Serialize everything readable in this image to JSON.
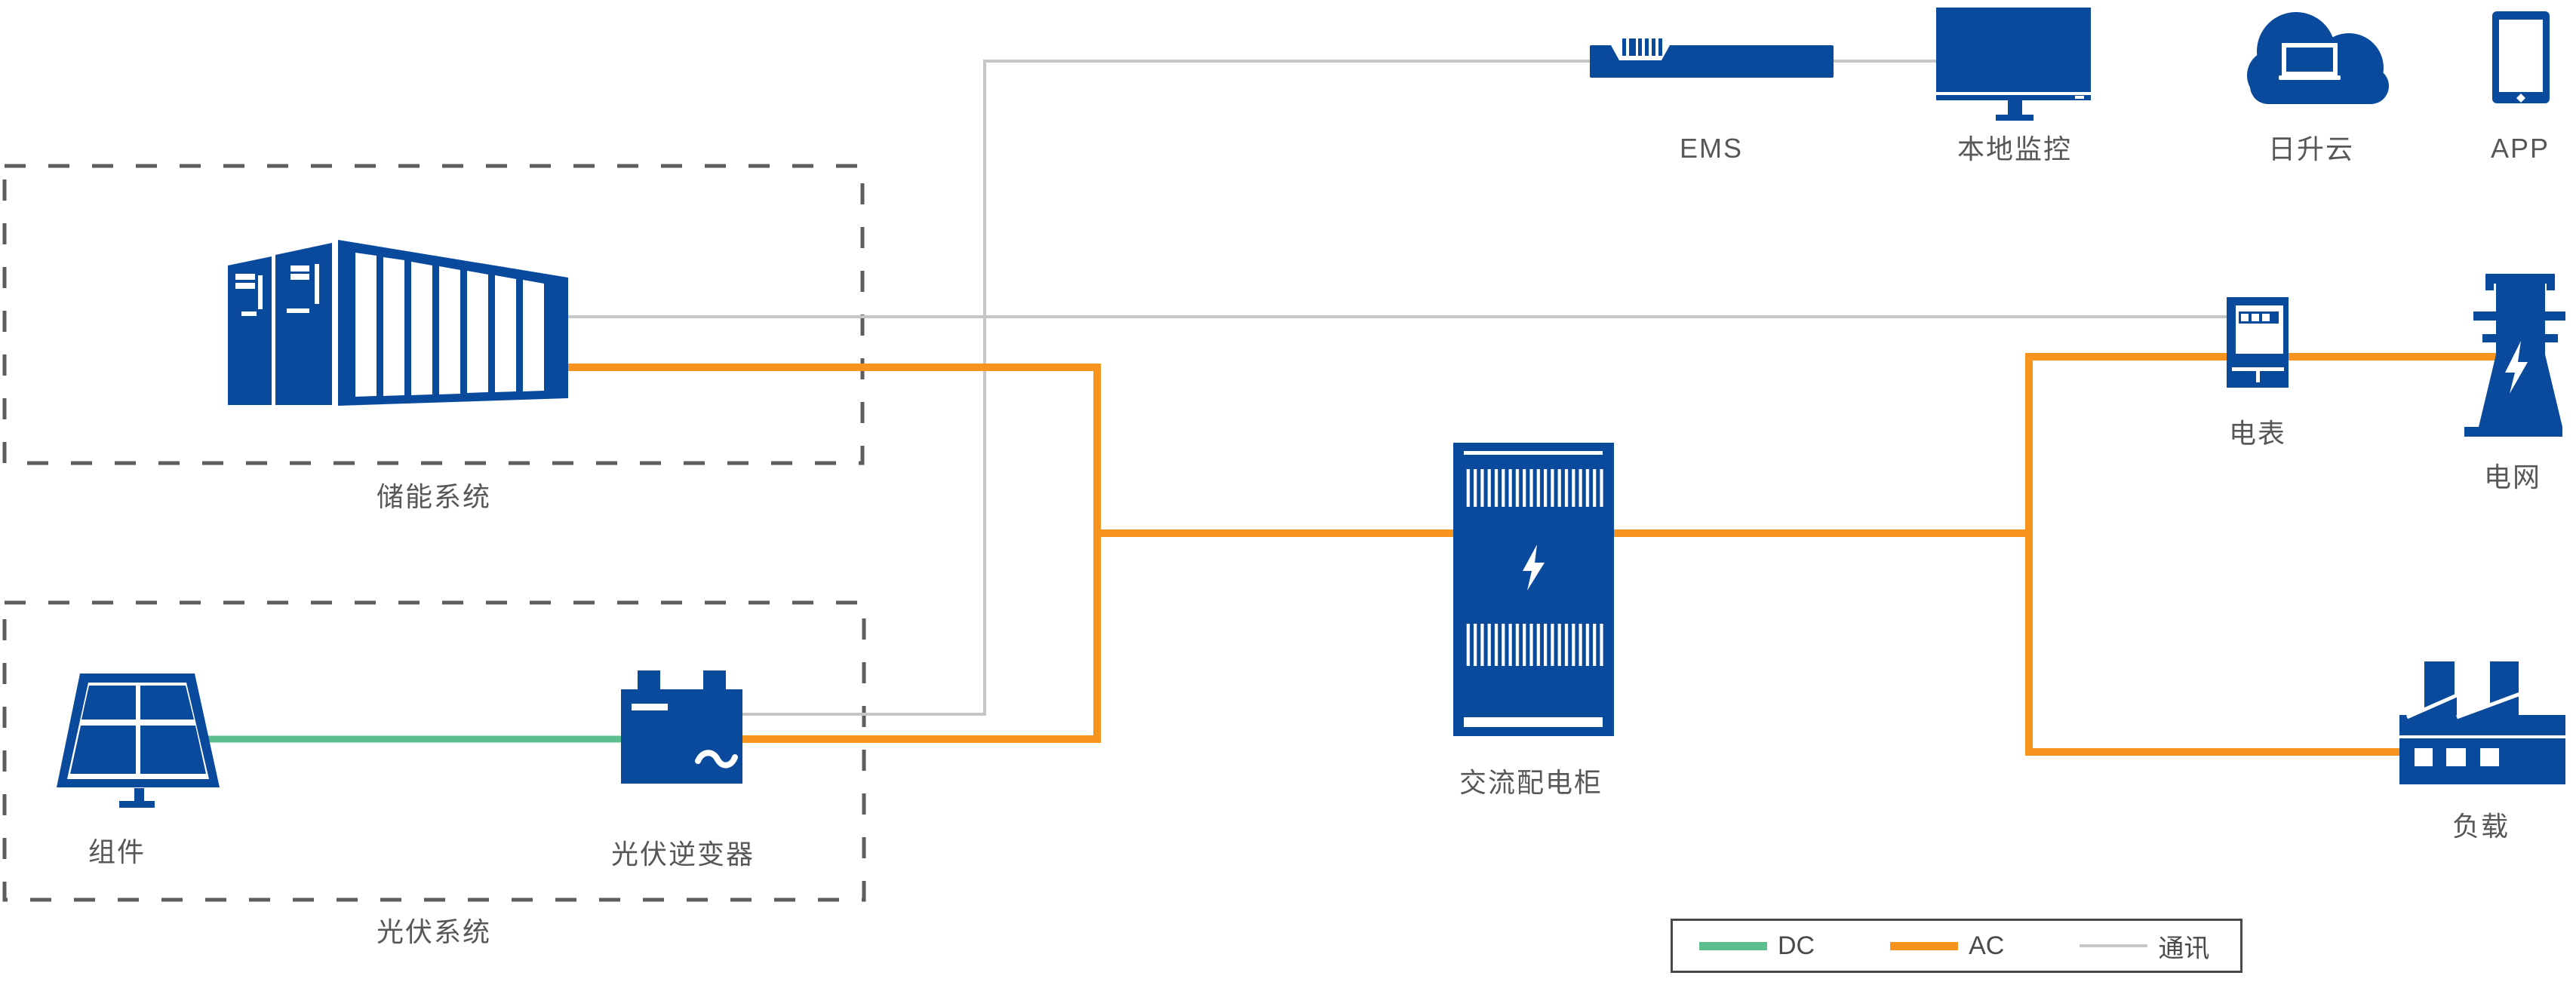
{
  "colors": {
    "primary_blue": "#0a4a9c",
    "ac_orange": "#f7941d",
    "dc_green": "#5bbe8c",
    "comm_gray": "#c6c6c6",
    "label_gray": "#575757",
    "dash_gray": "#5d5d5d",
    "legend_border": "#4a4a4a"
  },
  "nodes": {
    "storage_system": {
      "label": "储能系统"
    },
    "pv_module": {
      "label": "组件"
    },
    "pv_inverter": {
      "label": "光伏逆变器"
    },
    "pv_system": {
      "label": "光伏系统"
    },
    "ems": {
      "label": "EMS"
    },
    "local_monitor": {
      "label": "本地监控"
    },
    "cloud": {
      "label": "日升云"
    },
    "app": {
      "label": "APP"
    },
    "ac_cabinet": {
      "label": "交流配电柜"
    },
    "meter": {
      "label": "电表"
    },
    "grid": {
      "label": "电网"
    },
    "load": {
      "label": "负载"
    }
  },
  "legend": {
    "items": [
      {
        "label": "DC",
        "color": "#5bbe8c",
        "line_style": "thick"
      },
      {
        "label": "AC",
        "color": "#f7941d",
        "line_style": "thick"
      },
      {
        "label": "通讯",
        "color": "#c6c6c6",
        "line_style": "thin"
      }
    ]
  }
}
